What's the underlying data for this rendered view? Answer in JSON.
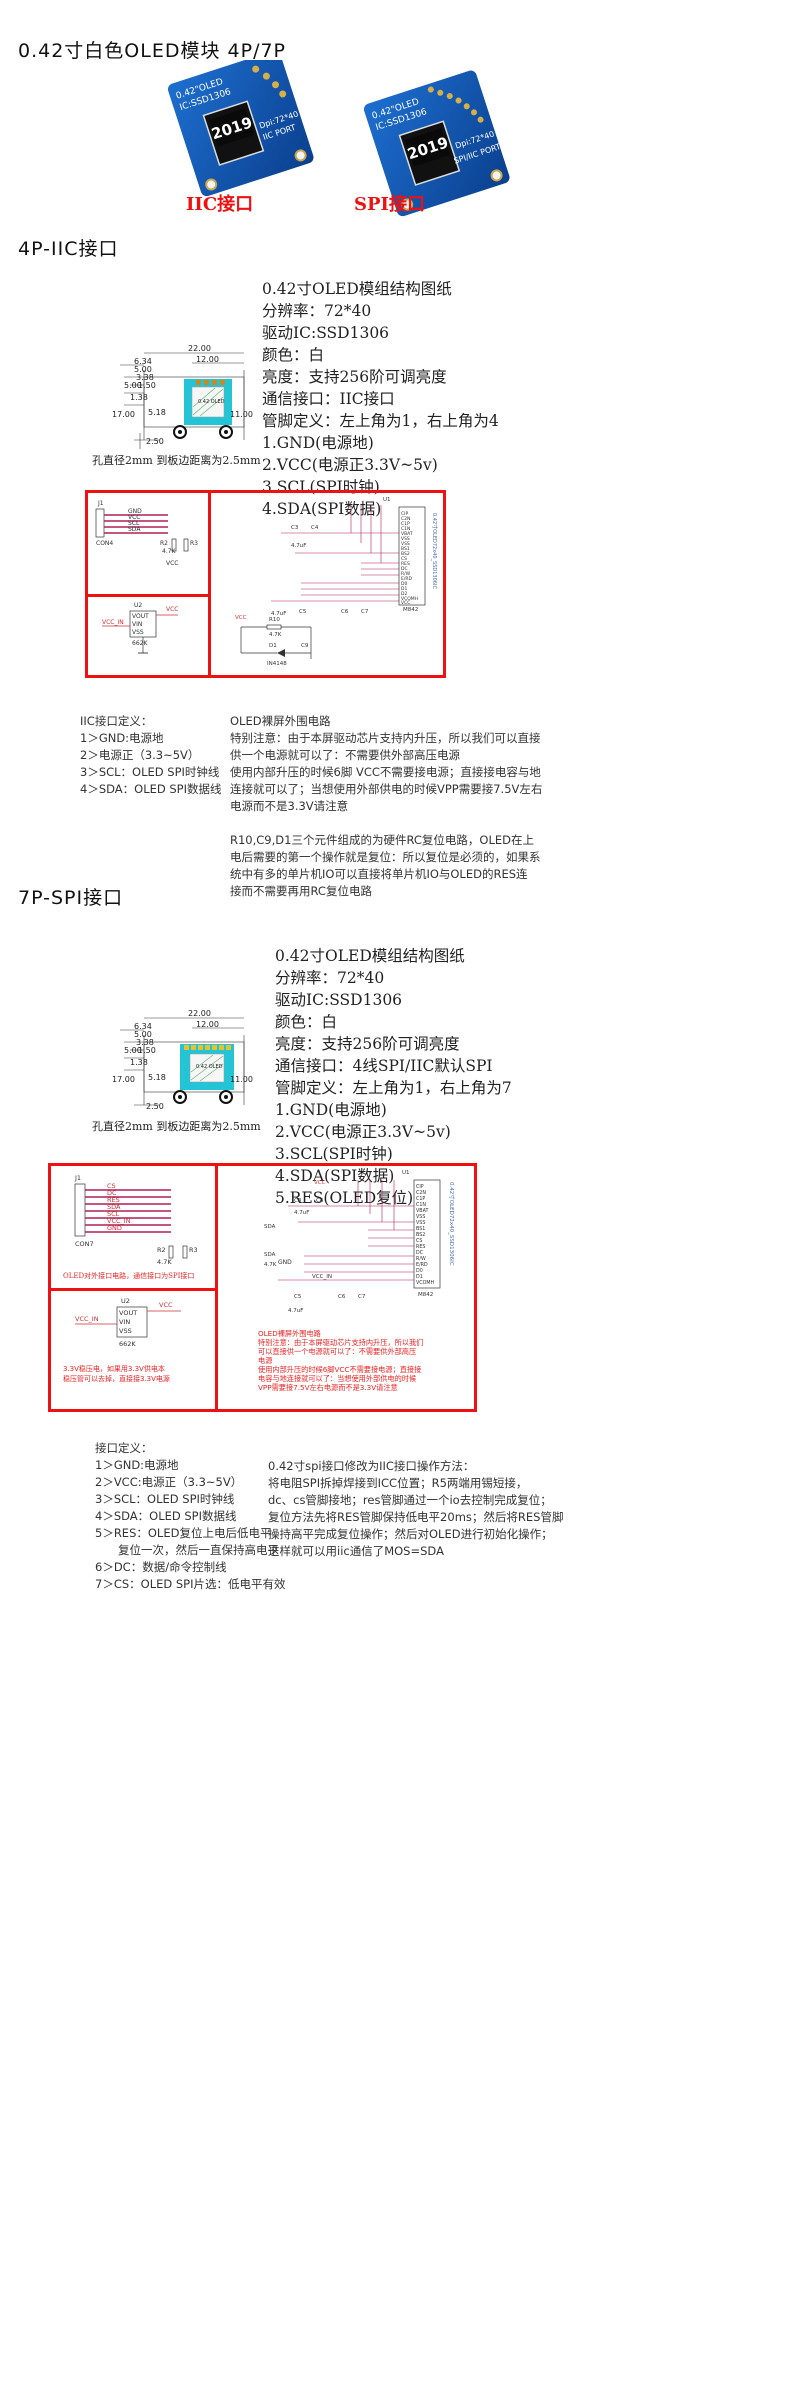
{
  "title": "0.42寸白色OLED模块 4P/7P",
  "photo": {
    "iic_caption": "IIC接口",
    "spi_caption": "SPI接口",
    "iic_board": {
      "line1": "0.42\"OLED",
      "line2": "IC:SSD1306",
      "screen": "2019",
      "line3": "Dpi:72*40",
      "line4": "IIC PORT"
    },
    "spi_board": {
      "line1": "0.42\"OLED",
      "line2": "IC:SSD1306",
      "screen": "2019",
      "line3": "Dpi:72*40",
      "line4": "SPI/IIC PORT"
    }
  },
  "iic": {
    "heading": "4P-IIC接口",
    "specs": [
      "0.42寸OLED模组结构图纸",
      "分辨率：72*40",
      "驱动IC:SSD1306",
      "颜色：白",
      "亮度：支持256阶可调亮度",
      "通信接口：IIC接口",
      "管脚定义：左上角为1，右上角为4",
      "1.GND(电源地)",
      "2.VCC(电源正3.3V~5v)",
      "3.SCL(SPI时钟)",
      "4.SDA(SPI数据)"
    ],
    "dims": {
      "d22": "22.00",
      "d12": "12.00",
      "d634": "6.34",
      "d500a": "5.00",
      "d338": "3.38",
      "d500b": "5.00",
      "d150": "1.50",
      "d138": "1.38",
      "d518": "5.18",
      "d17": "17.00",
      "d11": "11.00",
      "d250": "2.50",
      "hole": "孔直径2mm 到板边距离为2.5mm",
      "screen_text": "0.42 OLED"
    },
    "pins_def_title": "IIC接口定义：",
    "pins_def": [
      "1＞GND:电源地",
      "2＞电源正（3.3~5V）",
      "3＞SCL：OLED SPI时钟线",
      "4＞SDA：OLED SPI数据线"
    ],
    "notes": [
      "OLED裸屏外围电路",
      "特别注意：由于本屏驱动芯片支持内升压，所以我们可以直接",
      "供一个电源就可以了：不需要供外部高压电源",
      "使用内部升压的时候6脚 VCC不需要接电源；直接接电容与地",
      "连接就可以了；当想使用外部供电的时候VPP需要接7.5V左右",
      "电源而不是3.3V请注意",
      "",
      "R10,C9,D1三个元件组成的为硬件RC复位电路，OLED在上",
      "电后需要的第一个操作就是复位：所以复位是必须的，如果系",
      "统中有多的单片机IO可以直接将单片机IO与OLED的RES连",
      "接而不需要再用RC复位电路"
    ],
    "schematic": {
      "conn": "J1",
      "conn_name": "CON4",
      "nets": [
        "GND",
        "VCC",
        "SCL",
        "SDA"
      ],
      "r2": "R2",
      "r3": "R3",
      "rval": "4.7K",
      "vcc": "VCC",
      "u2": "U2",
      "u2_pins": [
        "VOUT",
        "VIN",
        "VSS"
      ],
      "u2_name": "662K",
      "vcc_in": "VCC_IN",
      "r10": "R10",
      "d1": "D1",
      "d1_name": "IN4148",
      "c9": "C9",
      "c3": "C3",
      "c4": "C4",
      "cval": "4.7uF",
      "c5": "C5",
      "c6": "C6",
      "c7": "C7",
      "u1": "U1",
      "u1_name": "M842",
      "u1_pins": [
        "CIP",
        "C2N",
        "C1P",
        "C1N",
        "VBAT",
        "VSS",
        "VSS",
        "BS1",
        "BS2",
        "CS",
        "RES",
        "DC",
        "R/W",
        "E/RD",
        "D0",
        "D1",
        "D2",
        "VCOMH",
        "VCC"
      ],
      "ic_label": "0.42寸OLED72x40_SSD1306IC"
    }
  },
  "spi": {
    "heading": "7P-SPI接口",
    "specs": [
      "0.42寸OLED模组结构图纸",
      "分辨率：72*40",
      "驱动IC:SSD1306",
      "颜色：白",
      "亮度：支持256阶可调亮度",
      "通信接口：4线SPI/IIC默认SPI",
      "管脚定义：左上角为1，右上角为7",
      "1.GND(电源地)",
      "2.VCC(电源正3.3V~5v)",
      "3.SCL(SPI时钟)",
      "4.SDA(SPI数据)",
      "5.RES(OLED复位)"
    ],
    "schematic": {
      "conn": "J1",
      "conn_name": "CON7",
      "nets": [
        "CS",
        "DC",
        "RES",
        "SDA",
        "SCL",
        "VCC_IN",
        "GND"
      ],
      "note_left": "OLED对外接口电路，通信接口为SPI接口",
      "note_ldo": [
        "3.3V稳压电，如果用3.3V供电本",
        "稳压管可以去掉，直接接3.3V电源"
      ],
      "note_right": [
        "OLED裸屏外围电路",
        "特别注意：由于本屏驱动芯片支持内升压，所以我们",
        "可以直接供一个电源就可以了：不需要供外部高压",
        "电源",
        "使用内部升压的时候6脚VCC不需要接电源；直接接",
        "电容与地连接就可以了：当想使用外部供电的时候",
        "VPP需要接7.5V左右电源而不是3.3V请注意"
      ]
    },
    "pins_def_title": "接口定义：",
    "pins_def": [
      "1＞GND:电源地",
      "2＞VCC:电源正（3.3~5V）",
      "3＞SCL：OLED SPI时钟线",
      "4＞SDA：OLED SPI数据线",
      "5＞RES：OLED复位上电后低电平",
      "　　复位一次，然后一直保持高电平",
      "6＞DC：数据/命令控制线",
      "7＞CS：OLED SPI片选：低电平有效"
    ],
    "notes": [
      "0.42寸spi接口修改为IIC接口操作方法：",
      "将电阻SPI拆掉焊接到ICC位置；R5两端用锡短接，",
      "dc、cs管脚接地；res管脚通过一个io去控制完成复位；",
      "复位方法先将RES管脚保持低电平20ms；然后将RES管脚",
      "操持高平完成复位操作；然后对OLED进行初始化操作；",
      "这样就可以用iic通信了MOS=SDA"
    ]
  }
}
